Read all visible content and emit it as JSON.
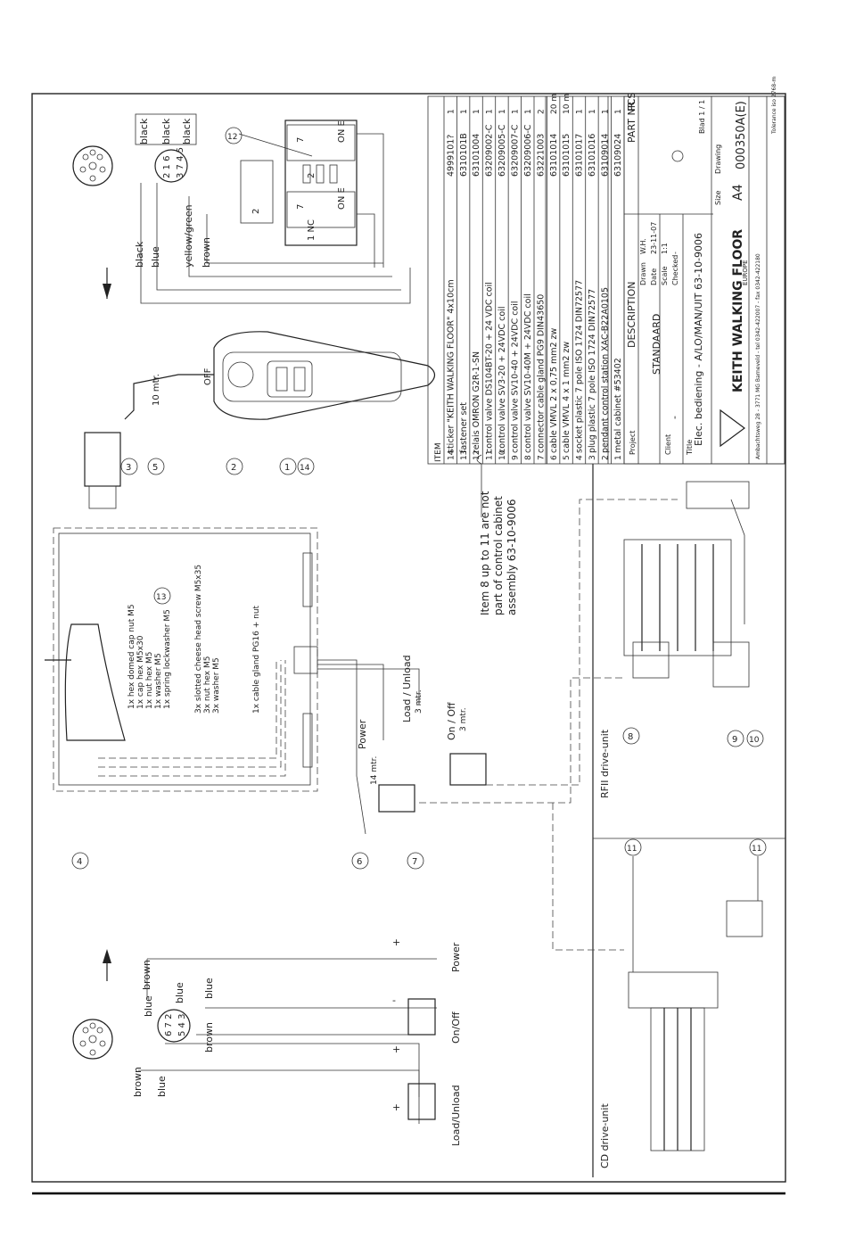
{
  "pin_diagram_top": {
    "wires": [
      "black",
      "blue",
      "yellow/green",
      "brown"
    ],
    "sockets": [
      "black",
      "black",
      "black"
    ],
    "pins_a": "2 1 6",
    "pins_b": "3 7 4 5"
  },
  "pin_diagram_bottom": {
    "wires": [
      "brown",
      "blue",
      "brown",
      "blue",
      "blue"
    ],
    "sockets": [
      "brown",
      "blue"
    ],
    "pins_a": "6 7 2",
    "pins_b": "5 4 3"
  },
  "relay": {
    "label_a": "2",
    "label_b": "7",
    "label_c": "ON E",
    "label_d": "1 NC",
    "label_e": "2",
    "label_f": "7",
    "label_g": "ON E"
  },
  "pendant": {
    "cable_label": "10 mtr.",
    "button_label": "OFF"
  },
  "cabinet": {
    "hardware_a": "1x hex domed cap nut M5",
    "hardware_b": "1x cap hex M5x30",
    "hardware_c": "1x nut hex M5",
    "hardware_d": "1x washer M5",
    "hardware_e": "1x spring lockwasher M5",
    "screws_a": "3x slotted cheese head screw M5x35",
    "screws_b": "3x nut hex M5",
    "screws_c": "3x washer M5",
    "gland": "1x cable gland PG16 + nut"
  },
  "note": {
    "line1": "Item 8 up to 11 are not",
    "line2": "part of control cabinet",
    "line3": "assembly 63-10-9006"
  },
  "cables": {
    "power": "Power",
    "power_len": "14 mtr.",
    "load_unload": "Load / Unload",
    "load_len": "3 mtr.",
    "on_off": "On / Off",
    "on_off_len": "3 mtr."
  },
  "bottom_labels": {
    "load_unload": "Load/Unload",
    "on_off": "On/Off",
    "power": "Power",
    "plus": "+",
    "minus": "-"
  },
  "units": {
    "rfii": "RFII drive-unit",
    "cd": "CD drive-unit"
  },
  "balloons": [
    "1",
    "2",
    "3",
    "4",
    "5",
    "6",
    "7",
    "8",
    "9",
    "10",
    "11",
    "11",
    "12",
    "13",
    "14"
  ],
  "parts_header": {
    "item": "ITEM",
    "desc": "DESCRIPTION",
    "partnr": "PART NR.",
    "pcs": "PCS"
  },
  "parts": [
    {
      "item": "14",
      "desc": "sticker \"KEITH WALKING FLOOR\" 4x10cm",
      "partnr": "4999101?",
      "pcs": "1"
    },
    {
      "item": "13",
      "desc": "fastener set",
      "partnr": "6310101B",
      "pcs": "1"
    },
    {
      "item": "12",
      "desc": "relais OMRON G2R-1-SN",
      "partnr": "63101004",
      "pcs": "1"
    },
    {
      "item": "11",
      "desc": "control valve DS104BT-20 + 24 VDC coil",
      "partnr": "63209002-C",
      "pcs": "1"
    },
    {
      "item": "10",
      "desc": "control valve SV3-20 + 24VDC coil",
      "partnr": "63209005-C",
      "pcs": "1"
    },
    {
      "item": "9",
      "desc": "control valve SV10-40 + 24VDC coil",
      "partnr": "63209007-C",
      "pcs": "1"
    },
    {
      "item": "8",
      "desc": "control valve SV10-40M + 24VDC coil",
      "partnr": "63209006-C",
      "pcs": "1"
    },
    {
      "item": "7",
      "desc": "connector cable gland PG9 DIN43650",
      "partnr": "63221003",
      "pcs": "2"
    },
    {
      "item": "6",
      "desc": "cable VMVL 2 x 0,75 mm2 zw",
      "partnr": "63101014",
      "pcs": "20 m"
    },
    {
      "item": "5",
      "desc": "cable VMVL 4 x 1 mm2 zw",
      "partnr": "63101015",
      "pcs": "10 m"
    },
    {
      "item": "4",
      "desc": "socket plastic 7 pole ISO 1724 DIN72577",
      "partnr": "63101017",
      "pcs": "1"
    },
    {
      "item": "3",
      "desc": "plug plastic 7 pole ISO 1724 DIN72577",
      "partnr": "63101016",
      "pcs": "1"
    },
    {
      "item": "2",
      "desc": "pendant control station XAC-B22A0105",
      "partnr": "63109014",
      "pcs": "1"
    },
    {
      "item": "1",
      "desc": "metal cabinet #53402",
      "partnr": "63109024",
      "pcs": "1"
    }
  ],
  "title_block": {
    "project_label": "Project",
    "project": "STANDAARD",
    "client_label": "Client",
    "client": "-",
    "title_label": "Title",
    "title": "Elec. bediening - A/LO/MAN/UIT 63-10-9006",
    "company": "KEITH WALKING FLOOR",
    "company_sub": "EUROPE",
    "address": "Ambachtsweg 28 - 3771 MG Barneveld - tel 0342-422007 - fax 0342-422180",
    "size_label": "Size",
    "size": "A4",
    "drawing_label": "Drawing",
    "drawing_no": "000350A(E)",
    "drawn_label": "Drawn",
    "drawn": "W.H.",
    "date_label": "Date",
    "date": "23-11-07",
    "scale_label": "Scale",
    "scale": "1:1",
    "checked_label": "Checked",
    "checked": "-",
    "sheet": "Blad 1 / 1",
    "tolerance_note": "Tolerance iso 2768-m"
  }
}
